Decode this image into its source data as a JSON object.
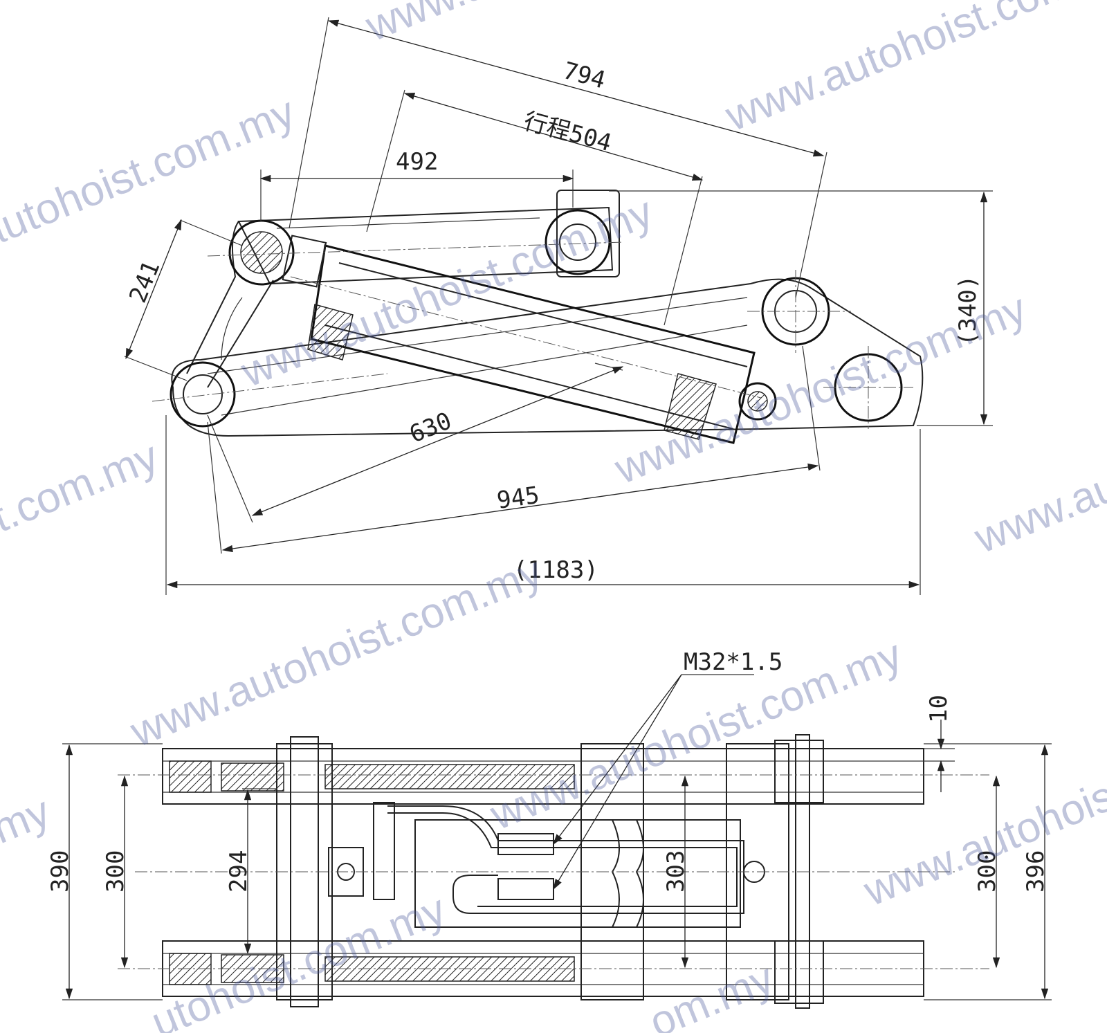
{
  "side_view": {
    "dim_794": "794",
    "dim_stroke": "行程504",
    "dim_492": "492",
    "dim_241": "241",
    "dim_340": "(340)",
    "dim_630": "630",
    "dim_945": "945",
    "dim_1183": "(1183)"
  },
  "top_view": {
    "thread_callout": "M32*1.5",
    "dim_10": "10",
    "dim_390": "390",
    "dim_300_left": "300",
    "dim_294": "294",
    "dim_303": "303",
    "dim_300_right": "300",
    "dim_396": "396"
  },
  "watermark": {
    "text_1": "www.autohoist.com.my",
    "text_2": "autohoist.com.my",
    "text_3": "www.autohoist.com.my",
    "text_4": "t.com.my",
    "text_5": "www.autohoist.com.my",
    "text_6": "www.autohoist.com.my",
    "text_7": "www.autohoist.com.my",
    "text_8": "www.autohoist.com.my",
    "text_9": "www.au",
    "text_10": "utohoist.com.my",
    "text_11": "om.my",
    "text_12": "www.autohoist",
    "text_13": "my",
    "text_14": "www.autohoist.com.my"
  },
  "colors": {
    "line": "#222222",
    "watermark": "#4a5a9a"
  }
}
